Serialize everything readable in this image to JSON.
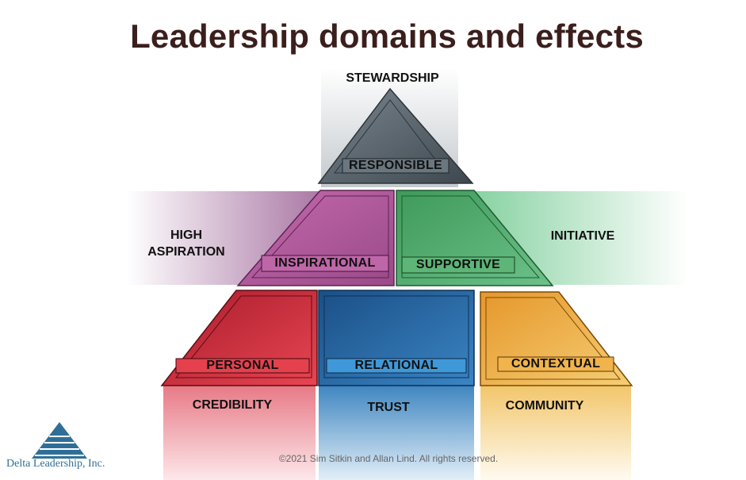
{
  "title": "Leadership domains and effects",
  "top": {
    "outcome": "STEWARDSHIP",
    "domain": "RESPONSIBLE"
  },
  "middle": {
    "left": {
      "outcome": "HIGH ASPIRATION",
      "outcome_line1": "HIGH",
      "outcome_line2": "ASPIRATION",
      "domain": "INSPIRATIONAL",
      "color": "#b8609f"
    },
    "right": {
      "outcome": "INITIATIVE",
      "domain": "SUPPORTIVE",
      "color": "#4aa665"
    }
  },
  "bottom": {
    "left": {
      "outcome": "CREDIBILITY",
      "domain": "PERSONAL",
      "color": "#d63a48"
    },
    "center": {
      "outcome": "TRUST",
      "domain": "RELATIONAL",
      "color": "#2a6fa6"
    },
    "right": {
      "outcome": "COMMUNITY",
      "domain": "CONTEXTUAL",
      "color": "#e6a23a"
    }
  },
  "colors": {
    "title": "#3b1f1c",
    "responsible": "#5b6770"
  },
  "copyright": "©2021 Sim Sitkin and Allan Lind. All rights reserved.",
  "logo": {
    "text": "Delta Leadership, Inc.",
    "icon": "delta-triangle-icon"
  }
}
